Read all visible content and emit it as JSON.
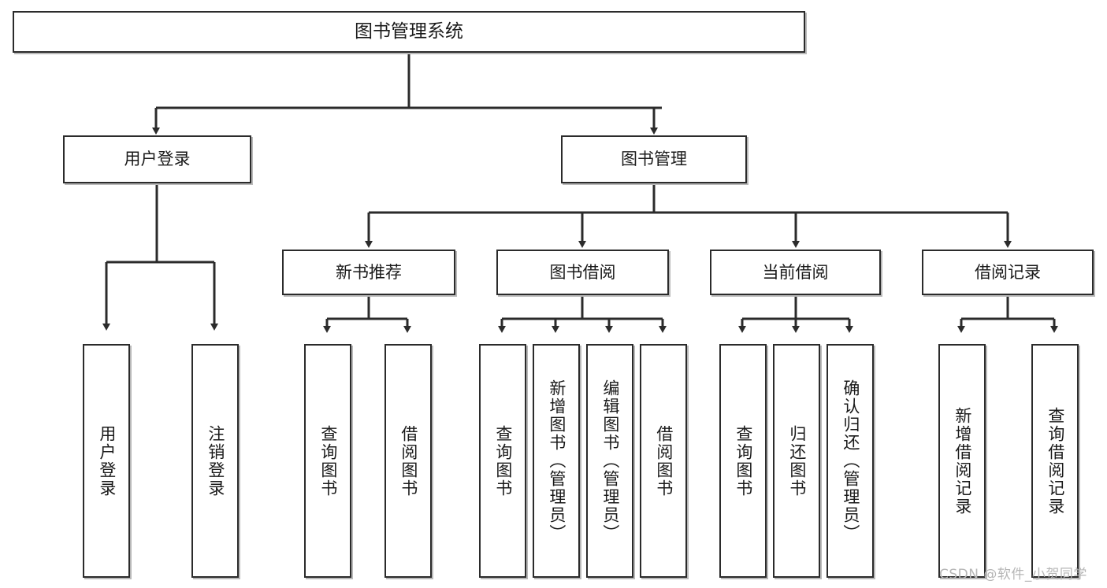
{
  "diagram": {
    "title": "图书管理系统",
    "type": "功能结构图",
    "root": {
      "label": "图书管理系统"
    },
    "level1": [
      {
        "label": "用户登录"
      },
      {
        "label": "图书管理"
      }
    ],
    "level2": [
      {
        "label": "新书推荐"
      },
      {
        "label": "图书借阅"
      },
      {
        "label": "当前借阅"
      },
      {
        "label": "借阅记录"
      }
    ],
    "leaves": {
      "user_login": [
        {
          "label": "用户登录"
        },
        {
          "label": "注销登录"
        }
      ],
      "new_book_recommend": [
        {
          "label": "查询图书"
        },
        {
          "label": "借阅图书"
        }
      ],
      "book_borrow": [
        {
          "label": "查询图书"
        },
        {
          "label": "新增图书（管理员）"
        },
        {
          "label": "编辑图书（管理员）"
        },
        {
          "label": "借阅图书"
        }
      ],
      "current_borrow": [
        {
          "label": "查询图书"
        },
        {
          "label": "归还图书"
        },
        {
          "label": "确认归还（管理员）"
        }
      ],
      "borrow_record": [
        {
          "label": "新增借阅记录"
        },
        {
          "label": "查询借阅记录"
        }
      ]
    }
  },
  "watermark": {
    "text": "CSDN @软件_小贺同学"
  },
  "colors": {
    "stroke": "#2b2b2b",
    "fill": "#ffffff",
    "text": "#1a1a1a",
    "watermark": "#b6b6b6"
  }
}
